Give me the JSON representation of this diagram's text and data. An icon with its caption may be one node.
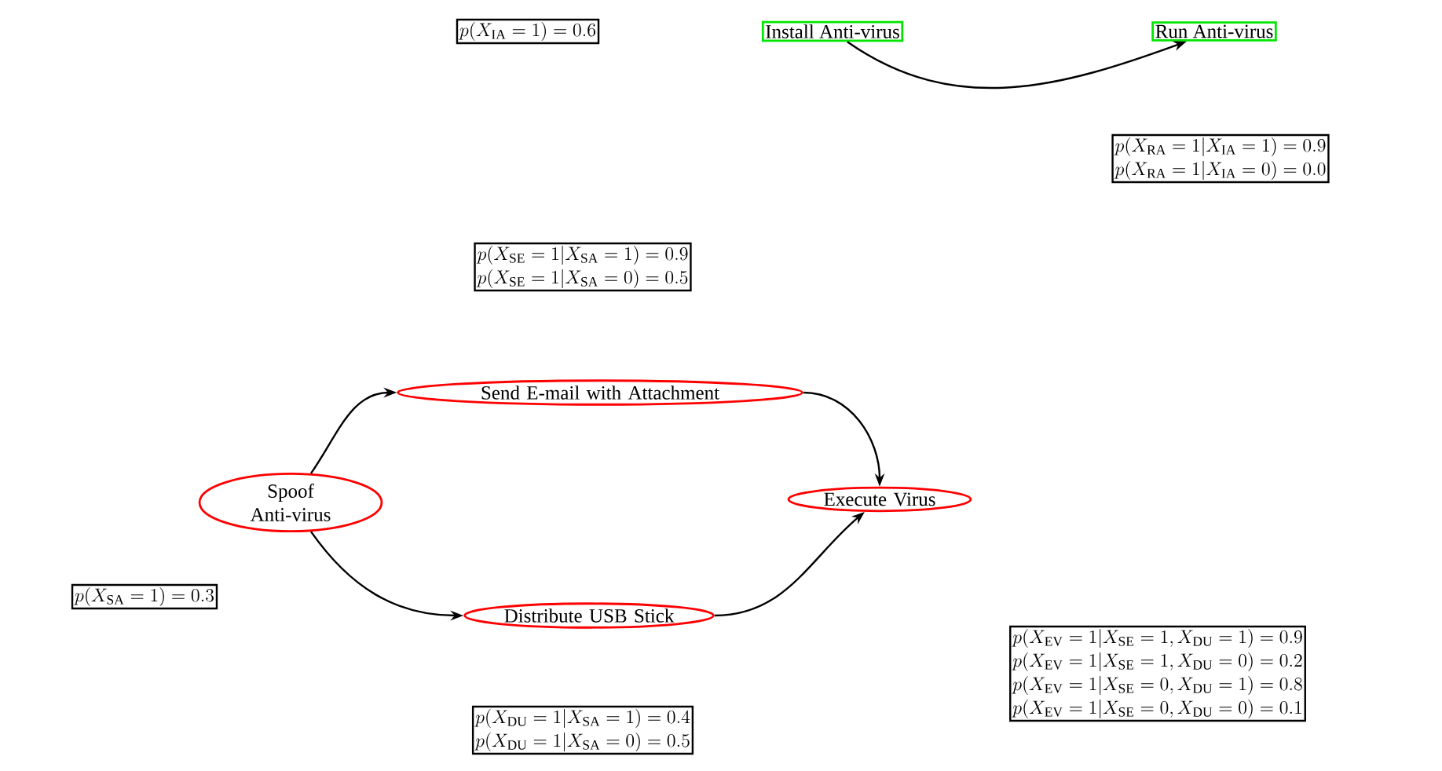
{
  "diagram": {
    "nodes": [
      {
        "text": [
          "Spoof Anti-virus"
        ]
      },
      {
        "text": [
          "Send E-mail with Attachment"
        ]
      },
      {
        "text": [
          "Distribute USB Stick"
        ]
      },
      {
        "text": [
          "Execute Virus"
        ]
      },
      {
        "text": [
          "Install Anti-virus"
        ]
      },
      {
        "text": [
          "Run Anti-virus"
        ]
      },
      {
        "text": [
          "p(X_{\\mathrm{IA}}=1)=0.6"
        ]
      },
      {
        "text": [
          "p(X_{\\mathrm{RA}}=1|X_{\\mathrm{IA}}=1)=0.9",
          "p(X_{\\mathrm{RA}}=1|X_{\\mathrm{IA}}=0)=0.0"
        ]
      },
      {
        "text": [
          "p(X_{\\mathrm{SE}}=1|X_{\\mathrm{SA}}=1)=0.9",
          "p(X_{\\mathrm{SE}}=1|X_{\\mathrm{SA}}=0)=0.5"
        ]
      },
      {
        "text": [
          "p(X_{\\mathrm{SA}}=1)=0.3"
        ]
      },
      {
        "text": [
          "p(X_{\\mathrm{DU}}=1|X_{\\mathrm{SA}}=1)=0.4",
          "p(X_{\\mathrm{DU}}=1|X_{\\mathrm{SA}}=0)=0.5"
        ]
      },
      {
        "text": [
          "p(X_{\\mathrm{EV}}=1|X_{\\mathrm{SE}}=1,X_{\\mathrm{DU}}=1)=0.9",
          "p(X_{\\mathrm{EV}}=1|X_{\\mathrm{SE}}=1,X_{\\mathrm{DU}}=0)=0.2",
          "p(X_{\\mathrm{EV}}=1|X_{\\mathrm{SE}}=0,X_{\\mathrm{DU}}=1)=0.8",
          "p(X_{\\mathrm{EV}}=1|X_{\\mathrm{SE}}=0,X_{\\mathrm{DU}}=0)=0.1"
        ]
      }
    ],
    "edges": [
      {
        "from": 4,
        "to": 5,
        "arrow": "to"
      },
      {
        "from": 0,
        "to": 1,
        "arrow": "to"
      },
      {
        "from": 0,
        "to": 2,
        "arrow": "to"
      },
      {
        "from": 1,
        "to": 3,
        "arrow": "to"
      },
      {
        "from": 2,
        "to": 3,
        "arrow": "to"
      }
    ]
  }
}
